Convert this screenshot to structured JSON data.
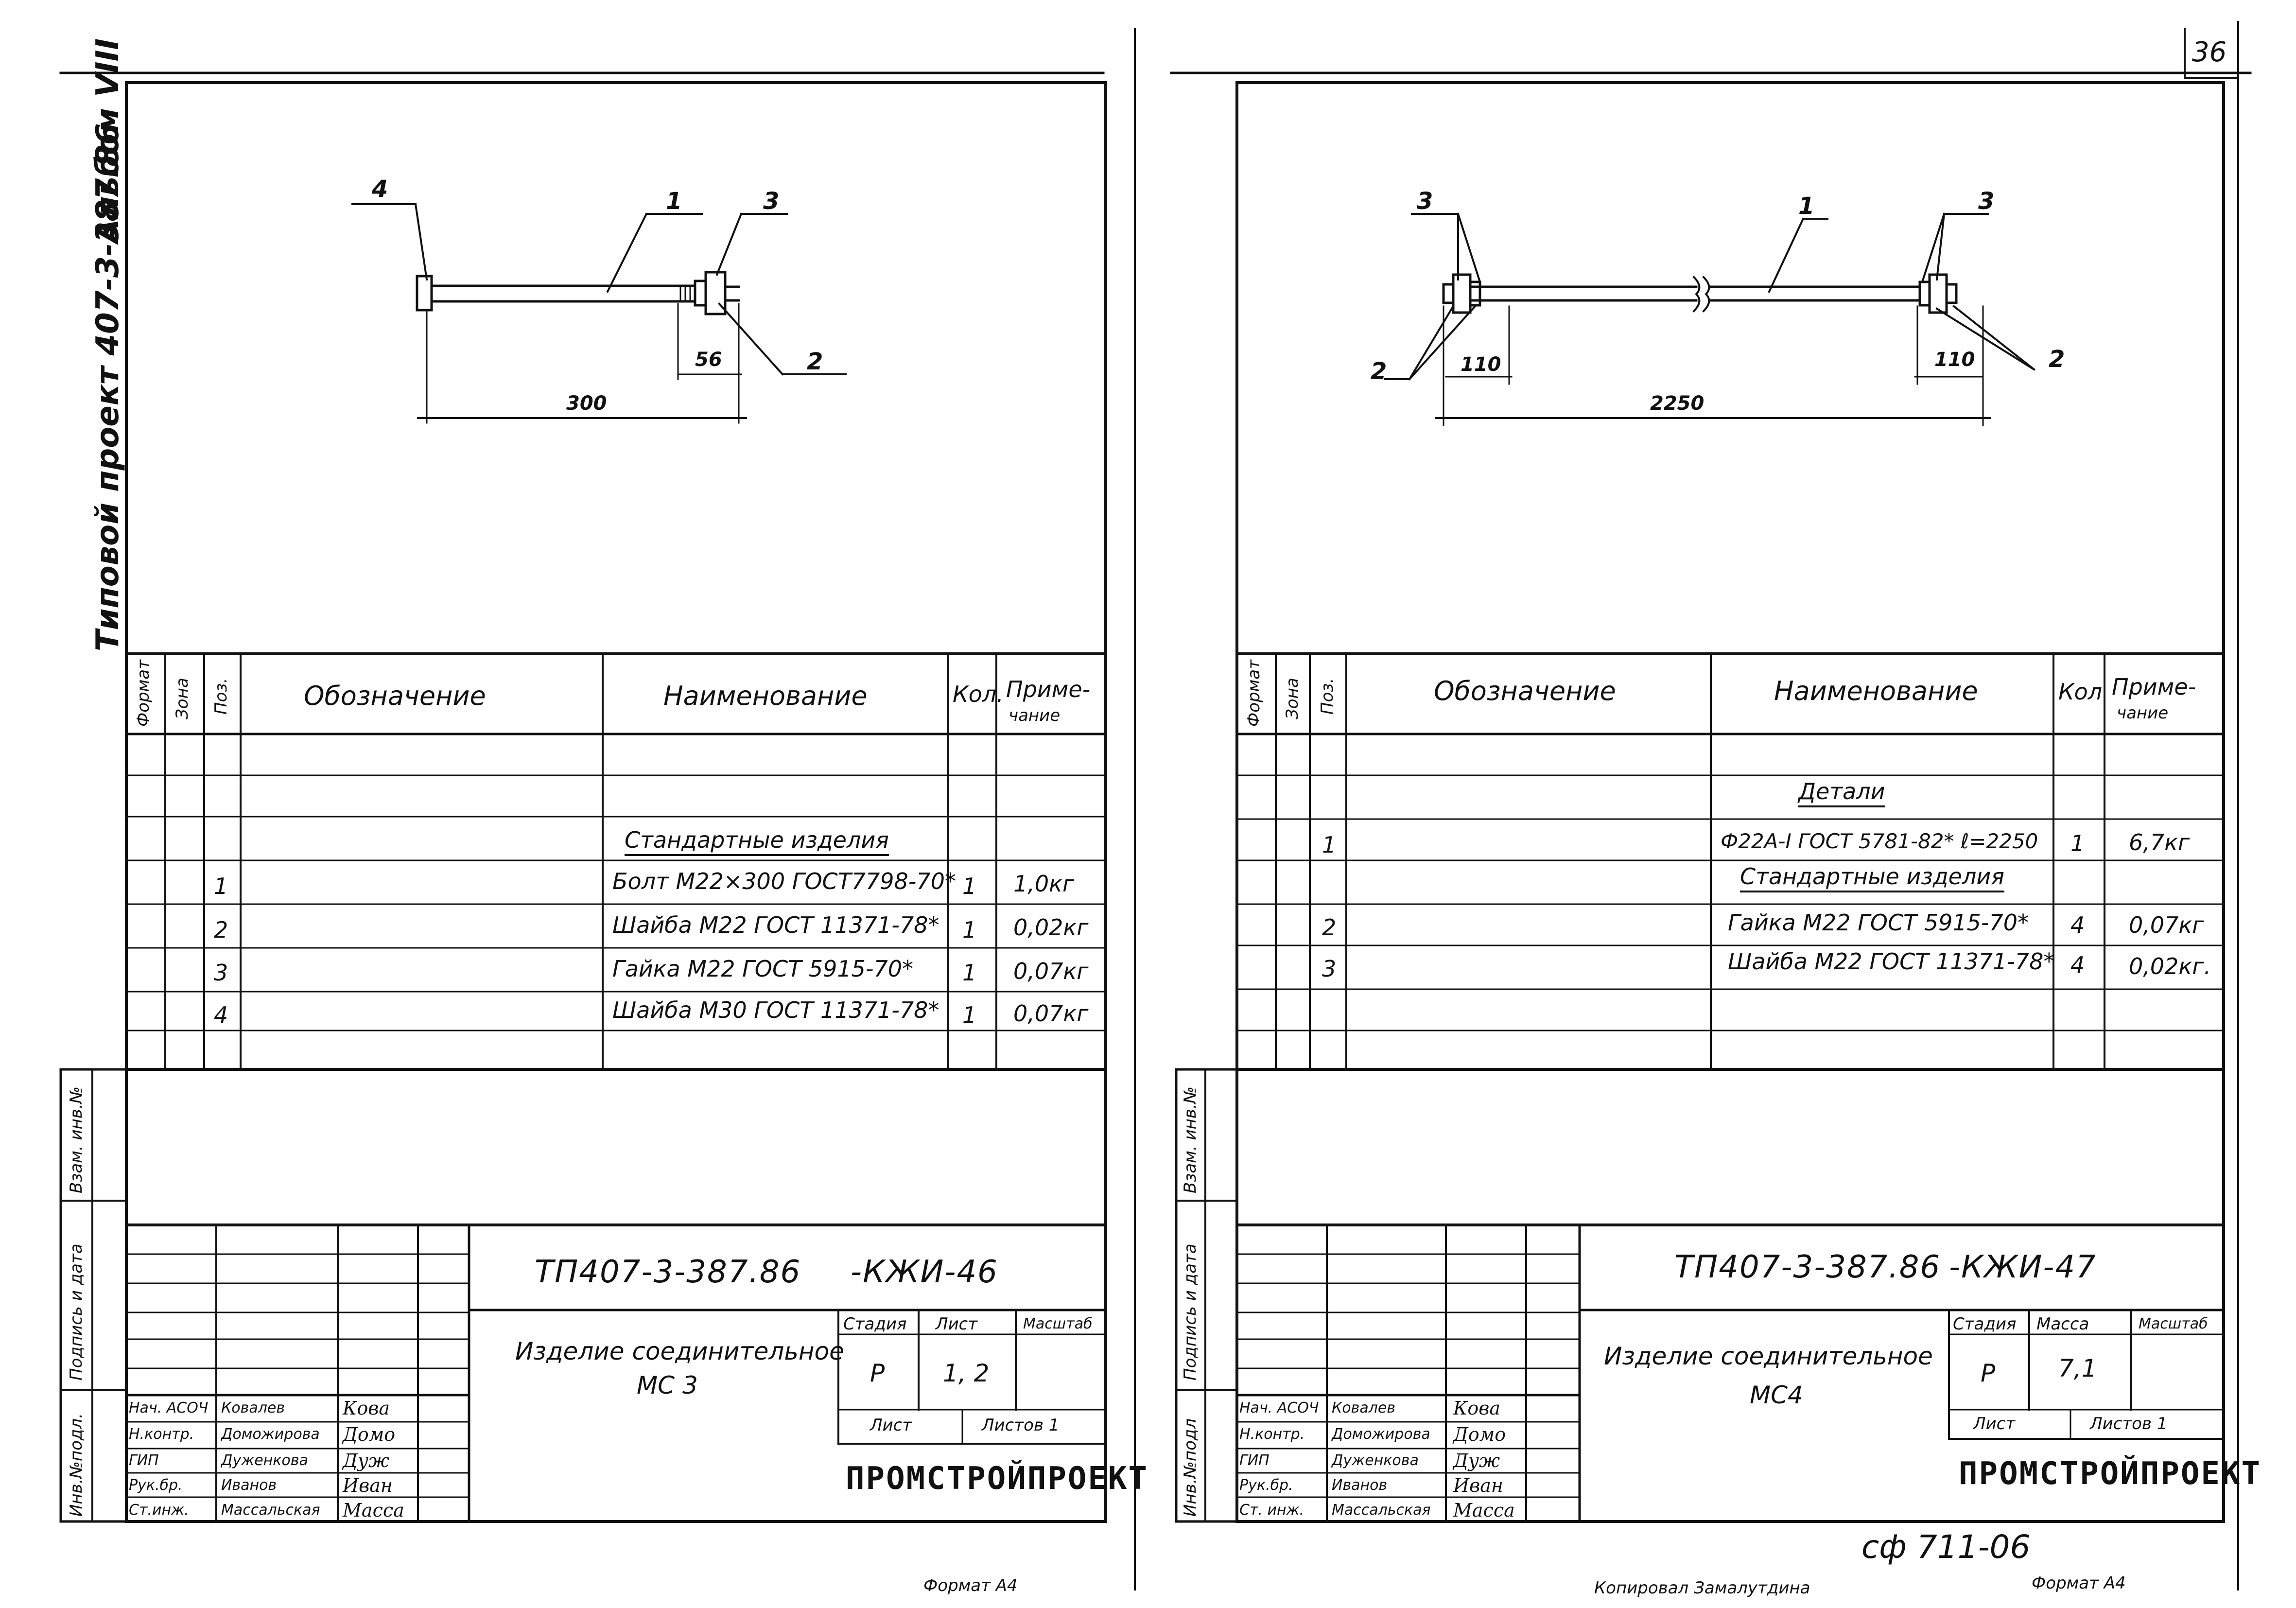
{
  "page_number": "36",
  "album_title": "Альбом VIII",
  "project_title": "Типовой проект 407-3-387.86",
  "side_labels": {
    "inv_zam": "Взам. инв.№",
    "podpis": "Подпись и дата",
    "inv_podl_left": "Инв.№подл.",
    "inv_podl_right": "Инв.№подл",
    "inv_zam_right": "Взам. инв.№",
    "podpis_right": "Подпись и дата"
  },
  "table_headers": {
    "format": "Формат",
    "zona": "Зона",
    "poz": "Поз.",
    "oboznachenie": "Обозначение",
    "naimenovanie": "Наименование",
    "kol_left": "Кол.",
    "kol_right": "Кол",
    "prim_1": "Приме-",
    "prim_2": "чание"
  },
  "left_sheet": {
    "drawing_labels": {
      "p4": "4",
      "p1": "1",
      "p3": "3",
      "p2": "2",
      "d56": "56",
      "d300": "300"
    },
    "section_header": "Стандартные изделия",
    "rows": [
      {
        "poz": "1",
        "name": "Болт М22×300 ГОСТ7798-70*",
        "kol": "1",
        "prim": "1,0кг"
      },
      {
        "poz": "2",
        "name": "Шайба М22 ГОСТ 11371-78*",
        "kol": "1",
        "prim": "0,02кг"
      },
      {
        "poz": "3",
        "name": "Гайка М22 ГОСТ 5915-70*",
        "kol": "1",
        "prim": "0,07кг"
      },
      {
        "poz": "4",
        "name": "Шайба М30 ГОСТ 11371-78*",
        "kol": "1",
        "prim": "0,07кг"
      }
    ],
    "title_block": {
      "code": "ТП407-3-387.86",
      "code_suffix": "-КЖИ-46",
      "product_name": "Изделие соединительное",
      "product_mark": "МС 3",
      "stadia_label": "Стадия",
      "list_label": "Лист",
      "masshtab_label": "Масштаб",
      "stadia": "Р",
      "list_value": "1, 2",
      "list_label2": "Лист",
      "listov_label": "Листов 1",
      "org": "ПРОМСТРОЙПРОЕКТ",
      "people": [
        {
          "role": "Нач. АСОЧ",
          "name": "Ковалев",
          "sig": "Кова"
        },
        {
          "role": "Н.контр.",
          "name": "Доможирова",
          "sig": "Домо"
        },
        {
          "role": "ГИП",
          "name": "Дуженкова",
          "sig": "Дуж"
        },
        {
          "role": "Рук.бр.",
          "name": "Иванов",
          "sig": "Иван"
        },
        {
          "role": "Ст.инж.",
          "name": "Массальская",
          "sig": "Масса"
        }
      ]
    },
    "format_label": "Формат А4"
  },
  "right_sheet": {
    "drawing_labels": {
      "p3a": "3",
      "p1": "1",
      "p3b": "3",
      "p2a": "2",
      "p2b": "2",
      "d110a": "110",
      "d110b": "110",
      "d2250": "2250"
    },
    "section_details": "Детали",
    "detail_row": {
      "poz": "1",
      "name": "Ф22А-I ГОСТ 5781-82* ℓ=2250",
      "kol": "1",
      "prim": "6,7кг"
    },
    "section_header": "Стандартные изделия",
    "rows": [
      {
        "poz": "2",
        "name": "Гайка М22 ГОСТ 5915-70*",
        "kol": "4",
        "prim": "0,07кг"
      },
      {
        "poz": "3",
        "name": "Шайба М22 ГОСТ 11371-78*",
        "kol": "4",
        "prim": "0,02кг."
      }
    ],
    "title_block": {
      "code": "ТП407-3-387.86",
      "code_suffix": "-КЖИ-47",
      "product_name": "Изделие соединительное",
      "product_mark": "МС4",
      "stadia_label": "Стадия",
      "massa_label": "Масса",
      "masshtab_label": "Масштаб",
      "stadia": "Р",
      "massa": "7,1",
      "list_label": "Лист",
      "listov_label": "Листов 1",
      "org": "ПРОМСТРОЙПРОЕКТ",
      "people": [
        {
          "role": "Нач. АСОЧ",
          "name": "Ковалев",
          "sig": "Кова"
        },
        {
          "role": "Н.контр.",
          "name": "Доможирова",
          "sig": "Домо"
        },
        {
          "role": "ГИП",
          "name": "Дуженкова",
          "sig": "Дуж"
        },
        {
          "role": "Рук.бр.",
          "name": "Иванов",
          "sig": "Иван"
        },
        {
          "role": "Ст. инж.",
          "name": "Массальская",
          "sig": "Масса"
        }
      ]
    },
    "footer_note": "сф 711-06",
    "copied_label": "Копировал Замалутдина",
    "format_label": "Формат А4"
  }
}
